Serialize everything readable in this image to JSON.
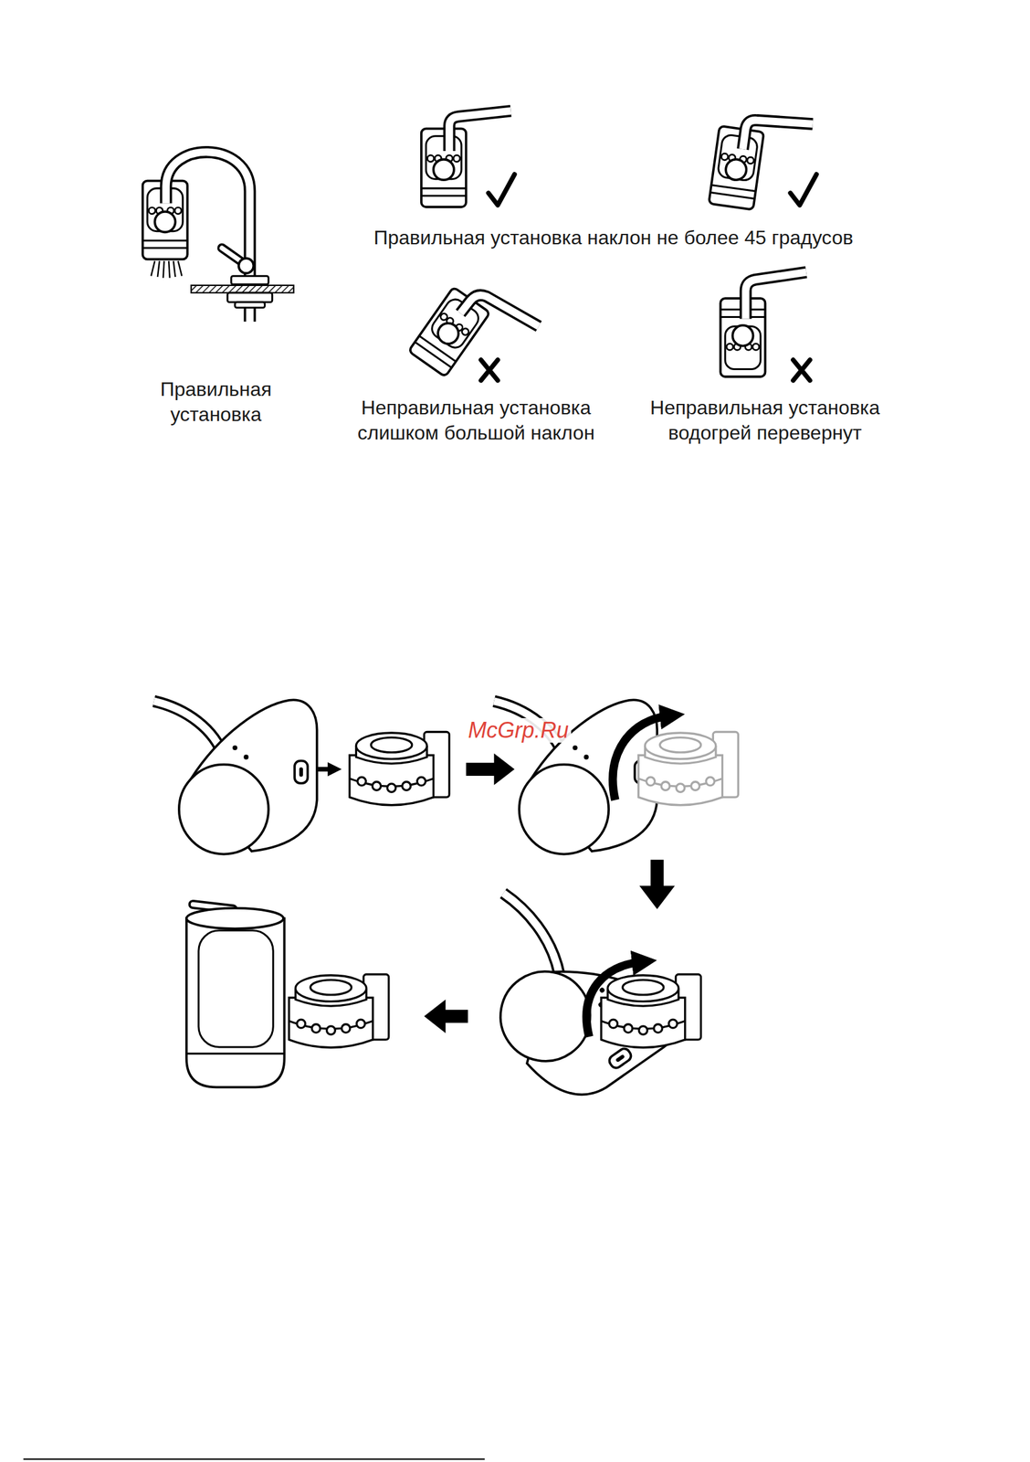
{
  "diagram": {
    "labels": [
      "Правильная установка наклон не более 45 градусов",
      "Правильная установка",
      "Неправильная установка слишком большой наклон",
      "Неправильная установка водогрей перевернут",
      "McGrp.Ru"
    ]
  }
}
